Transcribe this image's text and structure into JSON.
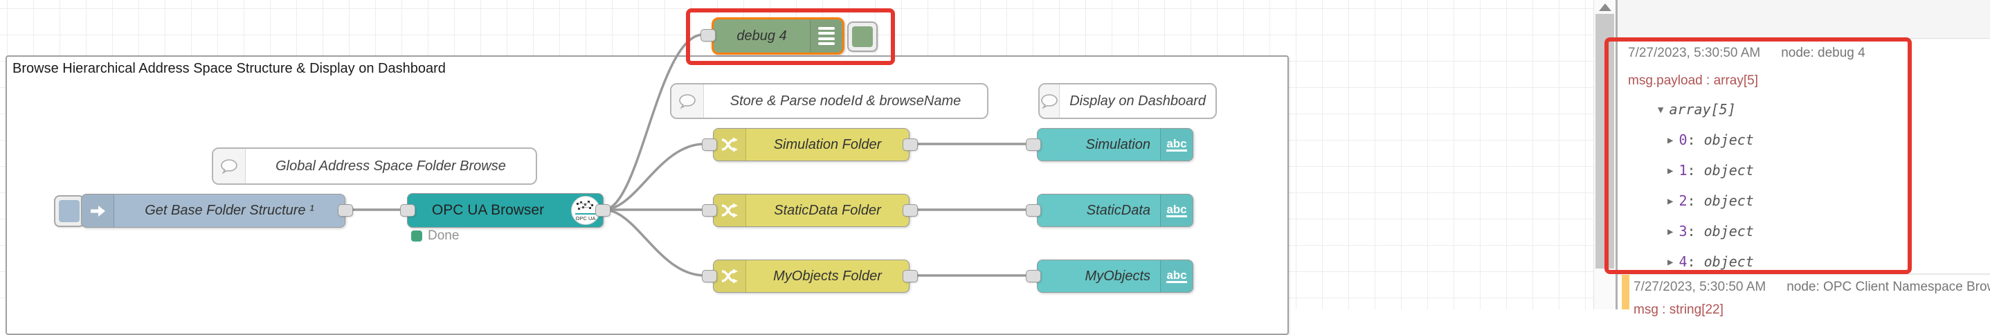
{
  "flow": {
    "group_label": "Browse Hierarchical Address Space Structure & Display on Dashboard",
    "comments": {
      "global": {
        "label": "Global Address Space Folder Browse"
      },
      "store": {
        "label": "Store & Parse nodeId & browseName"
      },
      "display": {
        "label": "Display on Dashboard"
      }
    },
    "nodes": {
      "inject": {
        "label": "Get Base Folder Structure ¹"
      },
      "opcua": {
        "label": "OPC UA Browser",
        "status": "Done",
        "icon_caption": "OPC UA"
      },
      "debug": {
        "label": "debug 4"
      },
      "switches": [
        {
          "label": "Simulation Folder"
        },
        {
          "label": "StaticData Folder"
        },
        {
          "label": "MyObjects Folder"
        }
      ],
      "texts": [
        {
          "label": "Simulation"
        },
        {
          "label": "StaticData"
        },
        {
          "label": "MyObjects"
        }
      ],
      "text_icon": "abc"
    }
  },
  "sidebar": {
    "messages": [
      {
        "timestamp": "7/27/2023, 5:30:50 AM",
        "node": "node: debug 4",
        "path": "msg.payload : array[5]",
        "root": "array[5]",
        "items": [
          {
            "key": "0",
            "sep": ":",
            "value": "object"
          },
          {
            "key": "1",
            "sep": ":",
            "value": "object"
          },
          {
            "key": "2",
            "sep": ":",
            "value": "object"
          },
          {
            "key": "3",
            "sep": ":",
            "value": "object"
          },
          {
            "key": "4",
            "sep": ":",
            "value": "object"
          }
        ]
      },
      {
        "timestamp": "7/27/2023, 5:30:50 AM",
        "node": "node: OPC Client Namespace Brow",
        "path": "msg : string[22]"
      }
    ]
  },
  "icons": {
    "expanded": "▼",
    "collapsed": "▶"
  },
  "colors": {
    "annotation_red": "#e5362d",
    "selected_orange": "#ff7f0e",
    "status_green": "#44a57c",
    "debug_node_green": "#87a980",
    "inject_blue": "#a6bbcf",
    "switch_yellow": "#e2d96e",
    "uitext_teal": "#68c7c7",
    "opcua_teal": "#2aa8a8",
    "msg_highlight_orange": "#fcca6e"
  }
}
